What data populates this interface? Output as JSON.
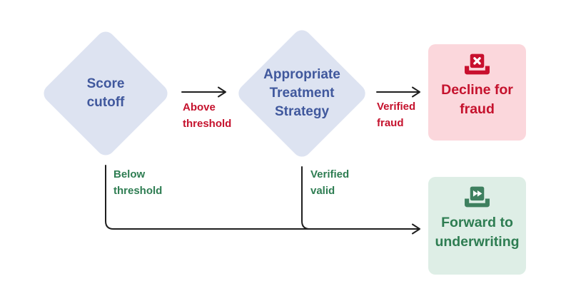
{
  "colors": {
    "diamond_bg": "#dde3f1",
    "diamond_text": "#40589d",
    "line": "#1f1f1f",
    "red_text": "#c5122d",
    "red_bg": "#fbd7dc",
    "red_icon": "#c8102e",
    "green_text": "#2e7d52",
    "green_bg": "#deeee6",
    "green_icon": "#3e805f"
  },
  "nodes": {
    "score_cutoff": {
      "label": "Score\ncutoff",
      "shape": "diamond"
    },
    "treatment_strategy": {
      "label": "Appropriate\nTreatment\nStrategy",
      "shape": "diamond"
    },
    "decline_for_fraud": {
      "label": "Decline for\nfraud",
      "shape": "box",
      "icon": "ballot-x-icon"
    },
    "forward_to_underwriting": {
      "label": "Forward to\nunderwriting",
      "shape": "box",
      "icon": "ballot-forward-icon"
    }
  },
  "edges": {
    "above_threshold": {
      "label": "Above\nthreshold",
      "from": "score_cutoff",
      "to": "treatment_strategy"
    },
    "verified_fraud": {
      "label": "Verified\nfraud",
      "from": "treatment_strategy",
      "to": "decline_for_fraud"
    },
    "below_threshold": {
      "label": "Below\nthreshold",
      "from": "score_cutoff",
      "to": "forward_to_underwriting"
    },
    "verified_valid": {
      "label": "Verified\nvalid",
      "from": "treatment_strategy",
      "to": "forward_to_underwriting"
    }
  }
}
